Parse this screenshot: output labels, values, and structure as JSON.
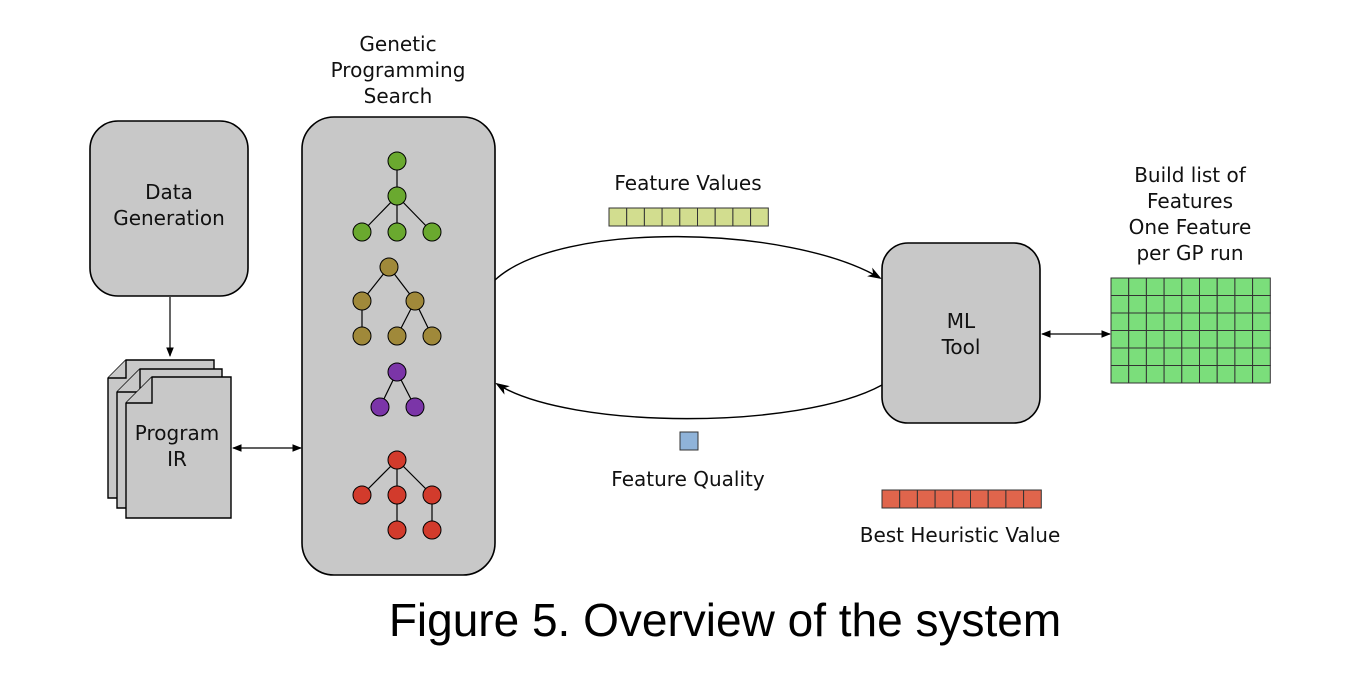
{
  "nodes": {
    "data_generation": [
      "Data",
      "Generation"
    ],
    "gp_search": [
      "Genetic",
      "Programming",
      "Search"
    ],
    "program_ir": [
      "Program",
      "IR"
    ],
    "ml_tool": [
      "ML",
      "Tool"
    ],
    "build_list": [
      "Build list of",
      "Features",
      "One Feature",
      "per GP run"
    ]
  },
  "labels": {
    "feature_values": "Feature Values",
    "feature_quality": "Feature Quality",
    "best_heuristic": "Best Heuristic Value"
  },
  "caption": "Figure 5.  Overview of the system",
  "colors": {
    "box_fill": "#c8c8c8",
    "feature_values": "#d2dd8f",
    "feature_quality": "#8fb3d9",
    "best_heuristic": "#e0654c",
    "feature_table": "#7bde7b",
    "tree_green": "#6aa92f",
    "tree_olive": "#a0893a",
    "tree_purple": "#7b35a8",
    "tree_red": "#d23b2c"
  },
  "trees": [
    {
      "name": "green-tree",
      "color_key": "tree_green"
    },
    {
      "name": "olive-tree",
      "color_key": "tree_olive"
    },
    {
      "name": "purple-tree",
      "color_key": "tree_purple"
    },
    {
      "name": "red-tree",
      "color_key": "tree_red"
    }
  ]
}
